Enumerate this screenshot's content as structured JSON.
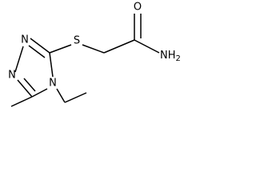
{
  "molecule": {
    "atoms": {
      "n_top": "N",
      "n_left": "N",
      "n_ethyl": "N",
      "sulfur": "S",
      "oxygen": "O",
      "amide": "NH",
      "amide_sub": "2"
    }
  }
}
